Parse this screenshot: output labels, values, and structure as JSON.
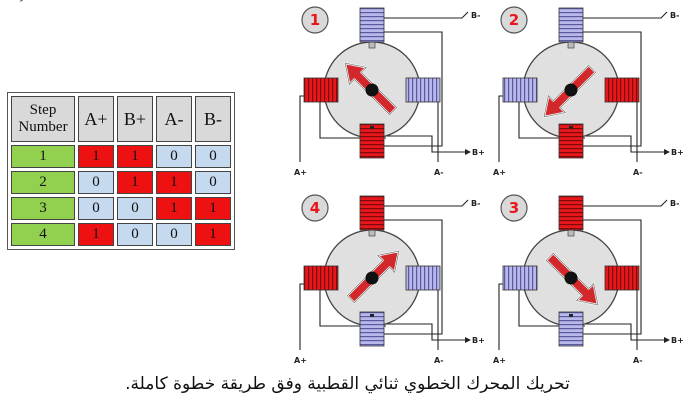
{
  "corner_mark": "ّ",
  "table": {
    "header": {
      "step_line1": "Step",
      "step_line2": "Number",
      "cols": [
        "A+",
        "B+",
        "A-",
        "B-"
      ]
    },
    "rows": [
      {
        "step": "1",
        "values": [
          "1",
          "1",
          "0",
          "0"
        ]
      },
      {
        "step": "2",
        "values": [
          "0",
          "1",
          "1",
          "0"
        ]
      },
      {
        "step": "3",
        "values": [
          "0",
          "0",
          "1",
          "1"
        ]
      },
      {
        "step": "4",
        "values": [
          "1",
          "0",
          "0",
          "1"
        ]
      }
    ]
  },
  "motors": [
    {
      "step": "1",
      "angle": 225,
      "active": [
        "left",
        "bottom"
      ]
    },
    {
      "step": "2",
      "angle": 135,
      "active": [
        "right",
        "bottom"
      ]
    },
    {
      "step": "4",
      "angle": 315,
      "active": [
        "left",
        "top"
      ]
    },
    {
      "step": "3",
      "angle": 45,
      "active": [
        "right",
        "top"
      ]
    }
  ],
  "terminals": {
    "b_minus": "B-",
    "b_plus": "B+",
    "a_plus": "A+",
    "a_minus": "A-"
  },
  "colors": {
    "active_coil": "#e8171c",
    "inactive_coil": "#b3b3e8",
    "rotor": "#d2282c",
    "number": "#e8171c",
    "green": "#92d050"
  },
  "caption": "تحريك المحرك الخطوي ثنائي القطبية وفق طريقة خطوة كاملة."
}
